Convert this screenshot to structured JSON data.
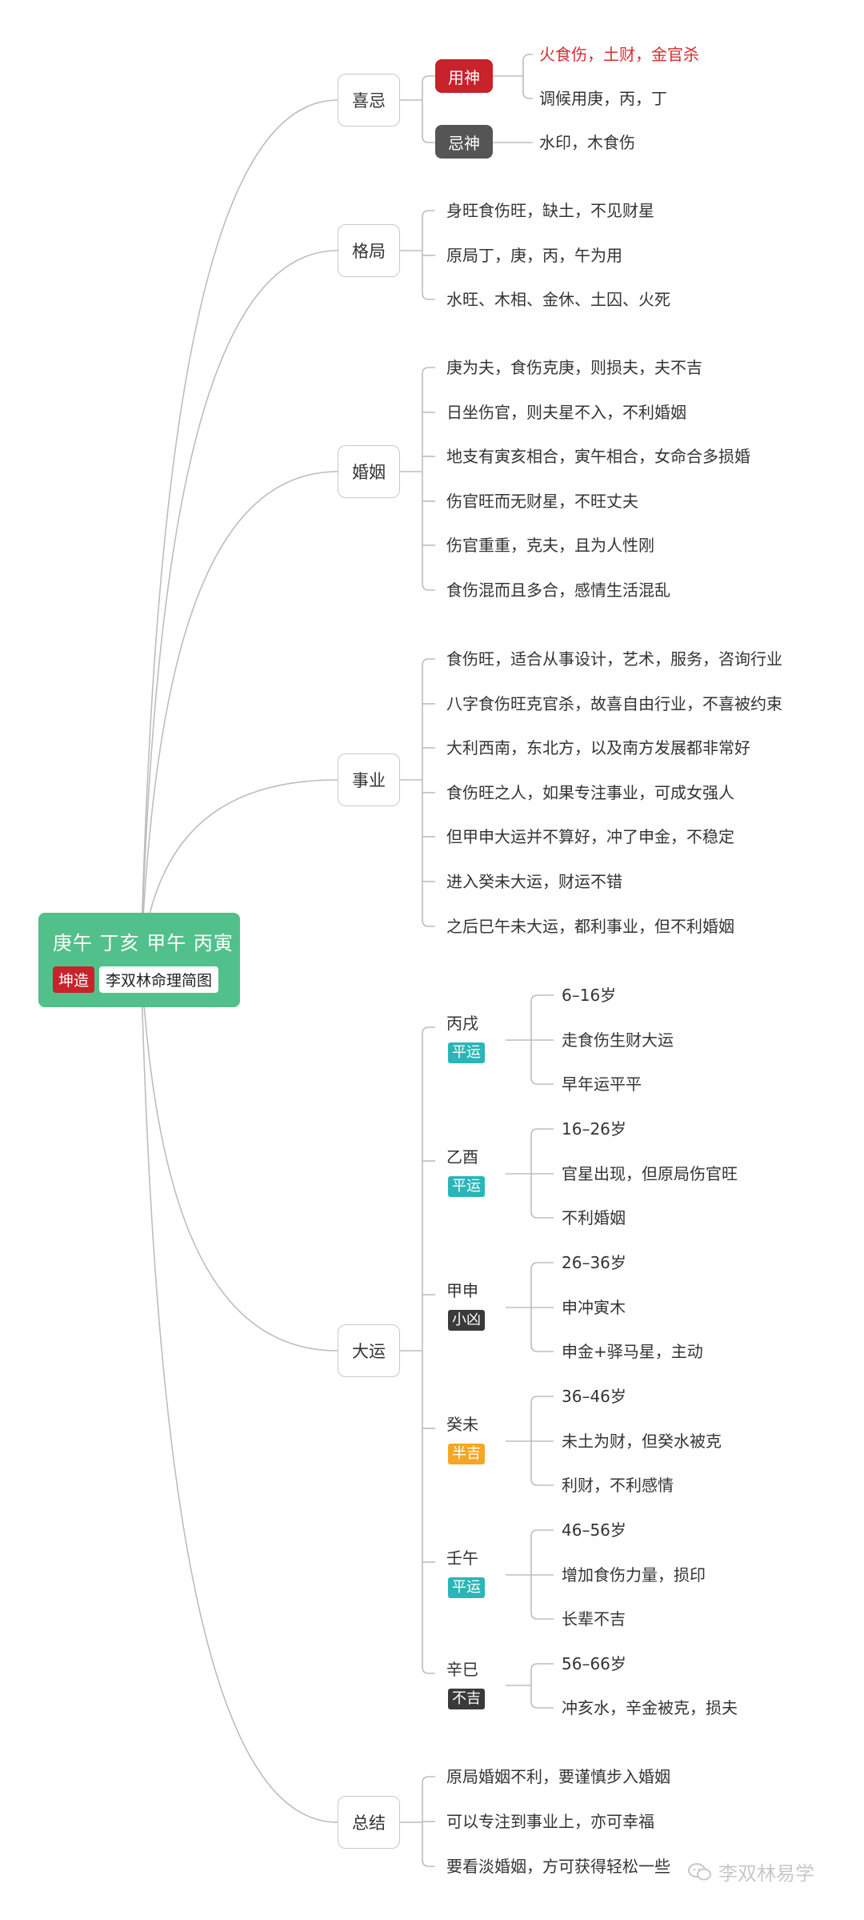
{
  "root": {
    "title": "庚午 丁亥 甲午 丙寅",
    "badge_gender": "坤造",
    "badge_name": "李双林命理简图"
  },
  "xiji": {
    "label": "喜忌",
    "yongshen": {
      "label": "用神",
      "items": [
        "火食伤，土财，金官杀",
        "调候用庚，丙，丁"
      ]
    },
    "jishen": {
      "label": "忌神",
      "items": [
        "水印，木食伤"
      ]
    }
  },
  "geju": {
    "label": "格局",
    "items": [
      "身旺食伤旺，缺土，不见财星",
      "原局丁，庚，丙，午为用",
      "水旺、木相、金休、土囚、火死"
    ]
  },
  "hunyin": {
    "label": "婚姻",
    "items": [
      "庚为夫，食伤克庚，则损夫，夫不吉",
      "日坐伤官，则夫星不入，不利婚姻",
      "地支有寅亥相合，寅午相合，女命合多损婚",
      "伤官旺而无财星，不旺丈夫",
      "伤官重重，克夫，且为人性刚",
      "食伤混而且多合，感情生活混乱"
    ]
  },
  "shiye": {
    "label": "事业",
    "items": [
      "食伤旺，适合从事设计，艺术，服务，咨询行业",
      "八字食伤旺克官杀，故喜自由行业，不喜被约束",
      "大利西南，东北方，以及南方发展都非常好",
      "食伤旺之人，如果专注事业，可成女强人",
      "但甲申大运并不算好，冲了申金，不稳定",
      "进入癸未大运，财运不错",
      "之后巳午未大运，都利事业，但不利婚姻"
    ]
  },
  "dayun": {
    "label": "大运",
    "periods": [
      {
        "name": "丙戌",
        "badge": "平运",
        "color": "#2bb5b8",
        "items": [
          "6–16岁",
          "走食伤生财大运",
          "早年运平平"
        ]
      },
      {
        "name": "乙酉",
        "badge": "平运",
        "color": "#2bb5b8",
        "items": [
          "16–26岁",
          "官星出现，但原局伤官旺",
          "不利婚姻"
        ]
      },
      {
        "name": "甲申",
        "badge": "小凶",
        "color": "#3a3a3a",
        "items": [
          "26–36岁",
          "申冲寅木",
          "申金+驿马星，主动"
        ]
      },
      {
        "name": "癸未",
        "badge": "半吉",
        "color": "#f5a623",
        "items": [
          "36–46岁",
          "未土为财，但癸水被克",
          "利财，不利感情"
        ]
      },
      {
        "name": "壬午",
        "badge": "平运",
        "color": "#2bb5b8",
        "items": [
          "46–56岁",
          "增加食伤力量，损印",
          "长辈不吉"
        ]
      },
      {
        "name": "辛巳",
        "badge": "不吉",
        "color": "#3a3a3a",
        "items": [
          "56–66岁",
          "冲亥水，辛金被克，损夫"
        ]
      }
    ]
  },
  "zongjie": {
    "label": "总结",
    "items": [
      "原局婚姻不利，要谨慎步入婚姻",
      "可以专注到事业上，亦可幸福",
      "要看淡婚姻，方可获得轻松一些"
    ]
  },
  "watermark": "李双林易学",
  "colors": {
    "root": "#52c08a",
    "yongshen": "#c8222b",
    "jishen": "#555555",
    "line": "#bdbdbd"
  }
}
